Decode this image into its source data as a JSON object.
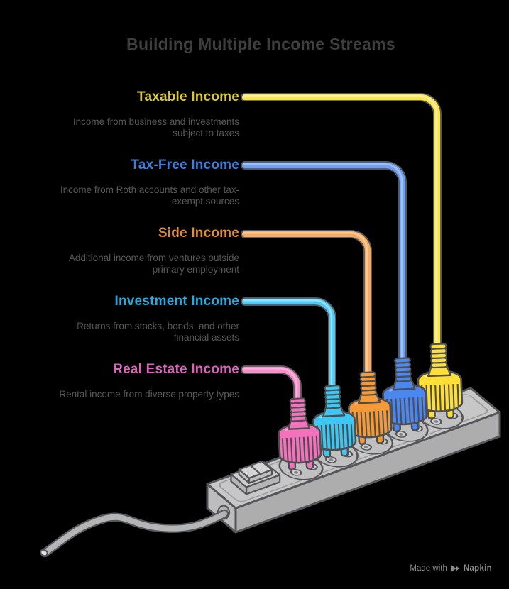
{
  "title": {
    "text": "Building Multiple Income Streams",
    "color": "#3E3E3E"
  },
  "streams": [
    {
      "label": "Taxable Income",
      "label_color": "#D8C63C",
      "desc_lines": [
        "Income from business and investments",
        "subject to taxes"
      ],
      "cable_color": "#FFE44A",
      "cable_highlight": "#FFF3A6",
      "plug_color": "#FFDF36"
    },
    {
      "label": "Tax-Free Income",
      "label_color": "#3D7DDB",
      "desc_lines": [
        "Income from Roth accounts and other tax-",
        "exempt sources"
      ],
      "cable_color": "#6FA0F2",
      "cable_highlight": "#A8C6F8",
      "plug_color": "#4B87EF"
    },
    {
      "label": "Side Income",
      "label_color": "#DE8D3B",
      "desc_lines": [
        "Additional income from ventures outside",
        "primary employment"
      ],
      "cable_color": "#F6AC60",
      "cable_highlight": "#FBCFA2",
      "plug_color": "#F59A37"
    },
    {
      "label": "Investment Income",
      "label_color": "#2AA9DF",
      "desc_lines": [
        "Returns from stocks, bonds, and other",
        "financial assets"
      ],
      "cable_color": "#50CAF5",
      "cable_highlight": "#A5E4FA",
      "plug_color": "#3FC7F3"
    },
    {
      "label": "Real Estate Income",
      "label_color": "#D964BA",
      "desc_lines": [
        "Rental income from diverse property types"
      ],
      "cable_color": "#F78FC9",
      "cable_highlight": "#FBBCE1",
      "plug_color": "#F471BE"
    }
  ],
  "diagram": {
    "background": "#000000",
    "strip_fill": "#C7C7C7",
    "strip_side_fill": "#ADADAD",
    "strip_end_fill": "#BDBDBD",
    "socket_fill": "#C0C0C0",
    "outline_color": "#55565A",
    "cord_color": "#B5B5B5",
    "description_color": "#575757"
  },
  "watermark": {
    "prefix": "Made with",
    "brand": "Napkin",
    "icon": "napkin-logo-icon",
    "color": "#8C8C8C"
  }
}
